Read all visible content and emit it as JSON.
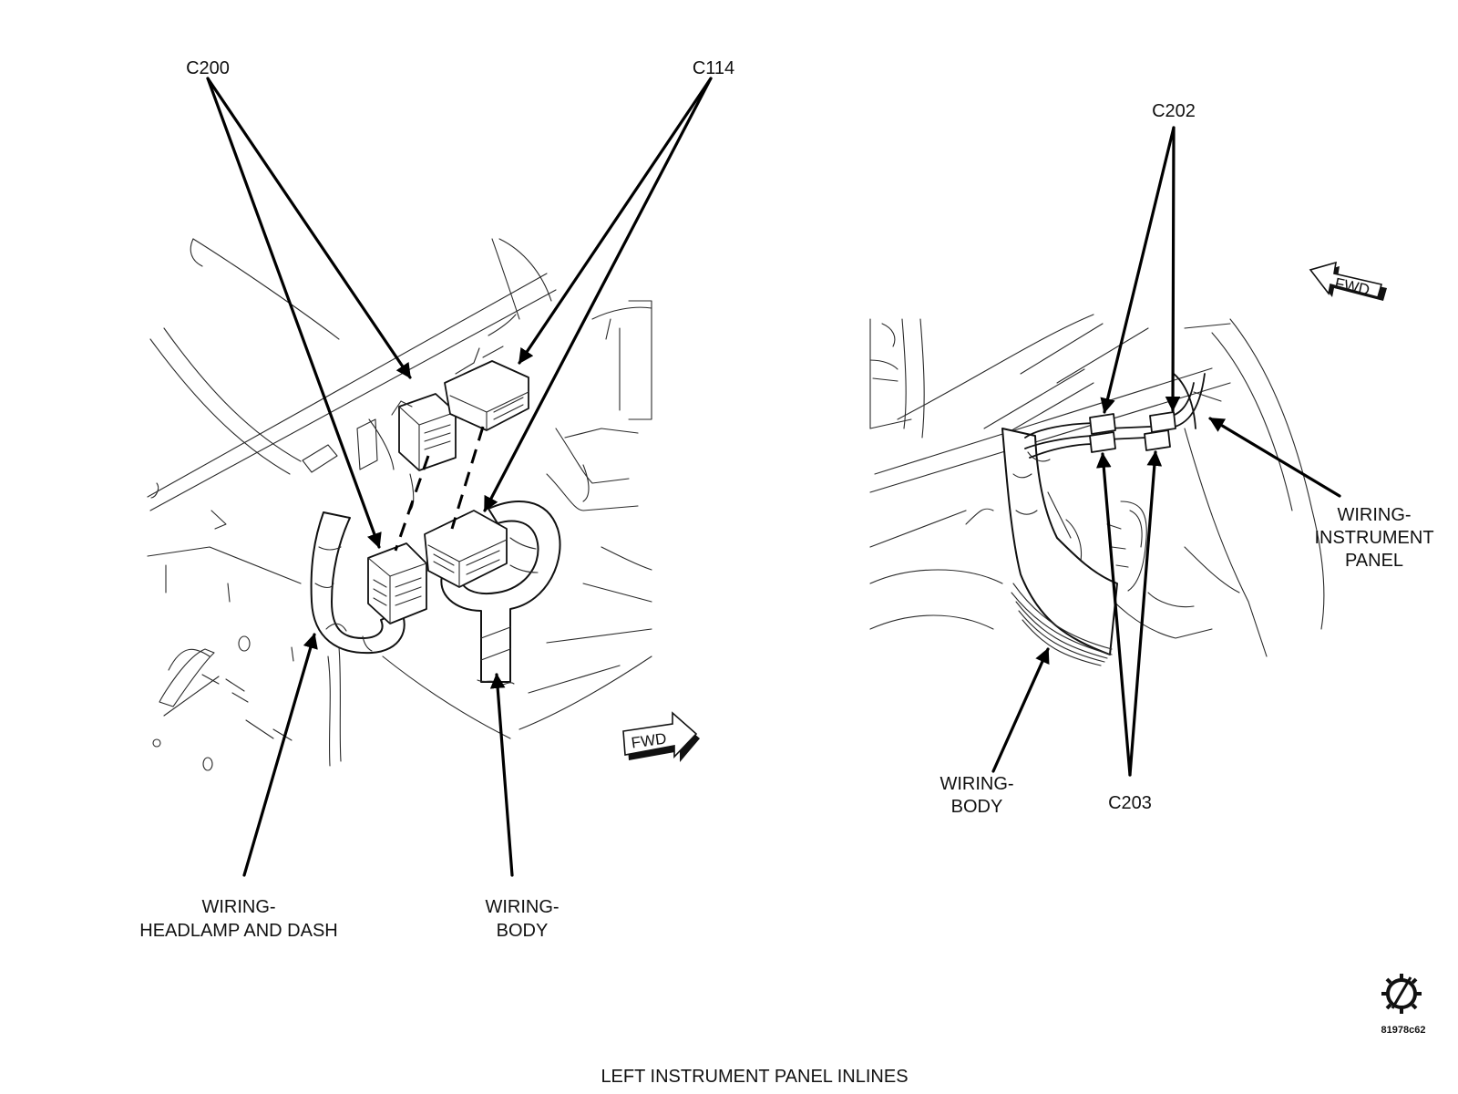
{
  "diagram": {
    "caption": "LEFT INSTRUMENT PANEL INLINES",
    "figure_id": "81978c62",
    "left_view": {
      "connector_c200": "C200",
      "connector_c114": "C114",
      "harness_headlamp_line1": "WIRING-",
      "harness_headlamp_line2": "HEADLAMP AND DASH",
      "harness_body_line1": "WIRING-",
      "harness_body_line2": "BODY",
      "fwd_label": "FWD"
    },
    "right_view": {
      "connector_c202": "C202",
      "connector_c203": "C203",
      "harness_ip_line1": "WIRING-",
      "harness_ip_line2": "INSTRUMENT",
      "harness_ip_line3": "PANEL",
      "harness_body_line1": "WIRING-",
      "harness_body_line2": "BODY",
      "fwd_label": "FWD"
    }
  }
}
